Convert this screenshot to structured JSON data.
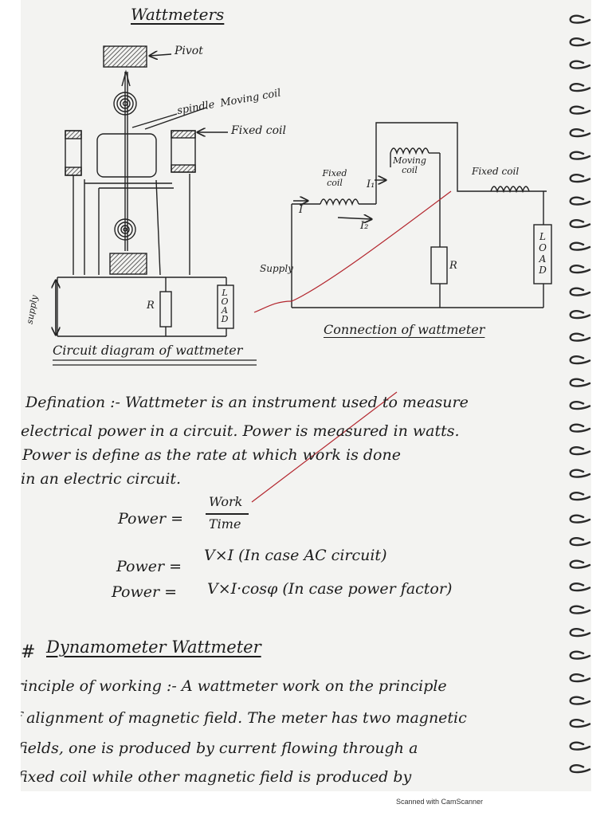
{
  "title": "Wattmeters",
  "diagram1": {
    "labels": {
      "pivot": "Pivot",
      "spindle": "spindle",
      "moving_coil": "Moving coil",
      "fixed_coil": "Fixed coil",
      "supply": "supply",
      "r": "R",
      "load": "LOAD"
    },
    "caption": "Circuit diagram of wattmeter"
  },
  "diagram2": {
    "labels": {
      "fixed_coil_left": "Fixed coil",
      "moving_coil": "Moving coil",
      "fixed_coil_right": "Fixed coil",
      "i": "I",
      "i1": "I₁",
      "i2": "I₂",
      "supply": "Supply",
      "r": "R",
      "load": "LOAD"
    },
    "caption": "Connection of wattmeter"
  },
  "definition": {
    "lines": [
      "Defination :- Wattmeter is an instrument used to measure",
      "electrical power in a circuit. Power is measured in watts.",
      "Power is define as the rate at which work is done",
      "in an electric circuit."
    ]
  },
  "formulas": {
    "f1_lhs": "Power =",
    "f1_num": "Work",
    "f1_den": "Time",
    "f2_lhs": "Power =",
    "f2_rhs": "V×I (In case AC circuit)",
    "f3_lhs": "Power =",
    "f3_rhs": "V×I·cosφ (In case power factor)"
  },
  "section": {
    "hash": "#",
    "heading": "Dynamometer Wattmeter"
  },
  "principle": {
    "lines": [
      "rinciple of working :- A wattmeter work on the principle",
      "f alignment of magnetic field. The meter has two magnetic",
      "fields, one is produced by current flowing through a",
      "fixed coil while other magnetic field is produced by"
    ]
  },
  "footer": {
    "scanner": "Scanned with CamScanner"
  },
  "colors": {
    "paper": "#f3f3f1",
    "ink": "#1c1c1c",
    "red_mark": "#b3262e"
  }
}
